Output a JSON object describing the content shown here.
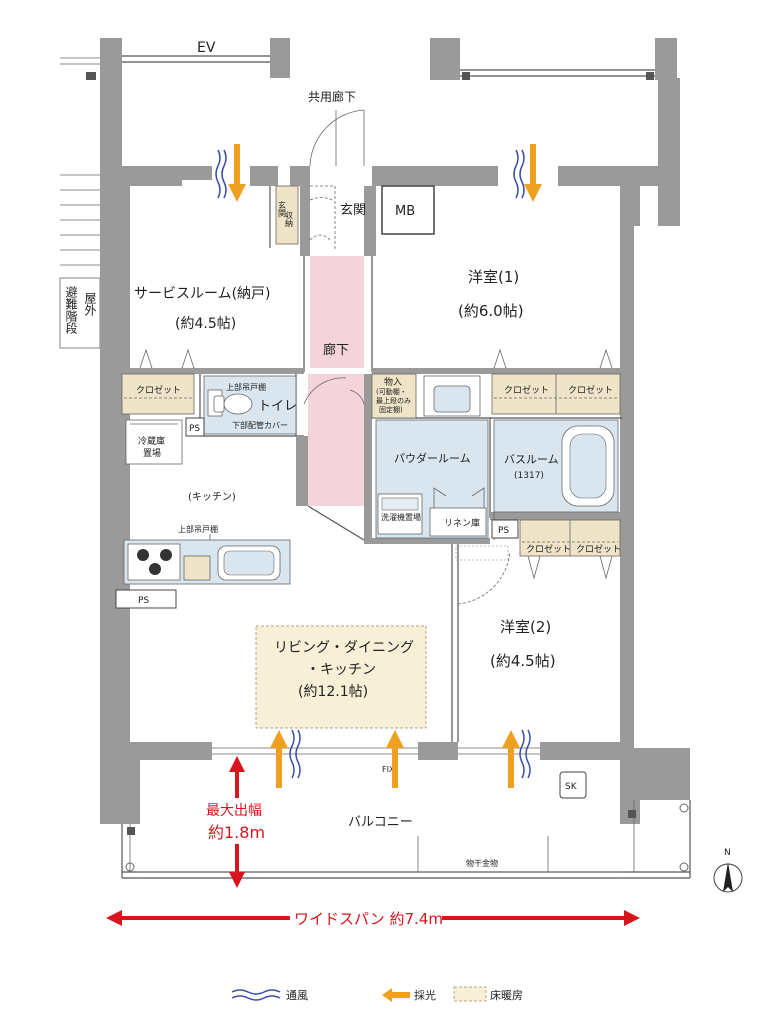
{
  "labels": {
    "ev": "EV",
    "corridor_common": "共用廊下",
    "entrance": "玄関",
    "entrance_storage_1": "玄関",
    "entrance_storage_2": "収納",
    "mb": "MB",
    "evac_1": "屋外",
    "evac_2": "避難階段",
    "service_room": "サービスルーム(納戸)",
    "service_room_size": "(約4.5帖)",
    "western1": "洋室(1)",
    "western1_size": "(約6.0帖)",
    "hallway": "廊下",
    "closet": "クロゼット",
    "upper_cabinet": "上部吊戸棚",
    "toilet": "トイレ",
    "pipe_cover": "下部配管カバー",
    "ps": "PS",
    "storage_1": "物入",
    "storage_2": "(可動棚・",
    "storage_3": "最上段のみ",
    "storage_4": "固定棚)",
    "fridge_1": "冷蔵庫",
    "fridge_2": "置場",
    "powder_room": "パウダールーム",
    "bath_room": "バスルーム",
    "bath_size": "(1317)",
    "laundry": "洗濯機置場",
    "linen": "リネン庫",
    "kitchen": "(キッチン)",
    "western2": "洋室(2)",
    "western2_size": "(約4.5帖)",
    "ldk_1": "リビング・ダイニング",
    "ldk_2": "・キッチン",
    "ldk_size": "(約12.1帖)",
    "fix": "FIX",
    "sk": "SK",
    "balcony": "バルコニー",
    "drying_rack": "物干金物",
    "max_depth_1": "最大出幅",
    "max_depth_2": "約1.8m",
    "wide_span": "ワイドスパン 約7.4m",
    "north": "N"
  },
  "legend": {
    "ventilation": "通風",
    "daylight": "採光",
    "floor_heating": "床暖房"
  },
  "colors": {
    "wall": "#9a9a9a",
    "hallway": "#f4d4da",
    "wet_area": "#d9e6ef",
    "closet": "#efe3c8",
    "floor_heating": "#f7efd6",
    "arrow_light": "#f0a020",
    "arrow_wind": "#3a4fa8",
    "dimension_red": "#d8141c"
  }
}
